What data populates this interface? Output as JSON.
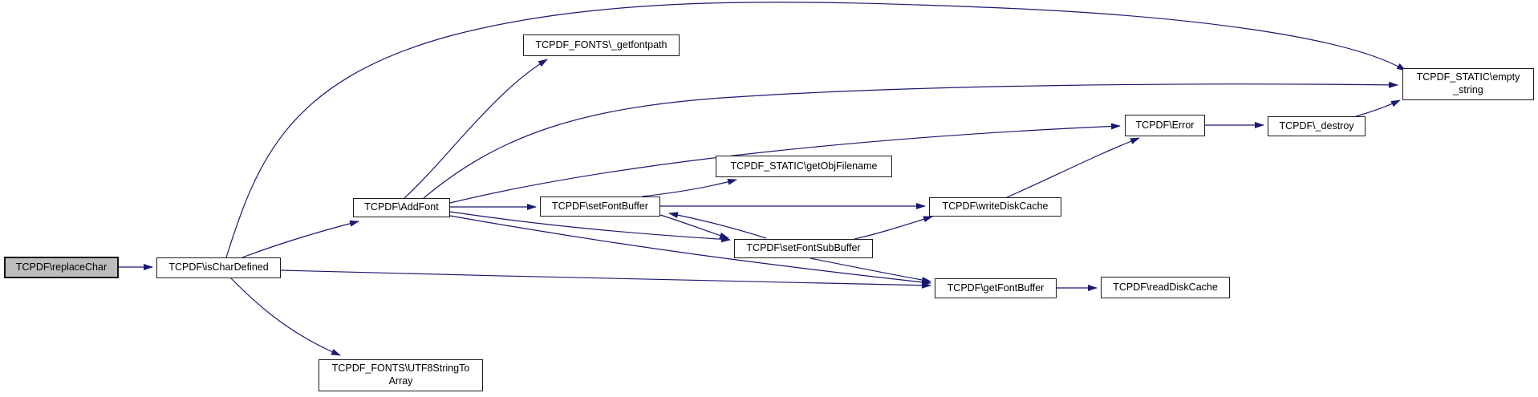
{
  "diagram": {
    "type": "doxygen-call-graph",
    "background_color": "#ffffff",
    "edge_color": "#191970",
    "node_fill": "#ffffff",
    "node_border_color": "#1c1c1c",
    "highlighted_node_fill": "#bdbdbd",
    "highlighted_node": "replaceChar"
  },
  "nodes": {
    "replaceChar": {
      "label": "TCPDF\\replaceChar"
    },
    "isCharDefined": {
      "label": "TCPDF\\isCharDefined"
    },
    "getfontpath": {
      "label": "TCPDF_FONTS\\_getfontpath"
    },
    "AddFont": {
      "label": "TCPDF\\AddFont"
    },
    "setFontBuffer": {
      "label": "TCPDF\\setFontBuffer"
    },
    "getObjFilename": {
      "label": "TCPDF_STATIC\\getObjFilename"
    },
    "setFontSubBuffer": {
      "label": "TCPDF\\setFontSubBuffer"
    },
    "writeDiskCache": {
      "label": "TCPDF\\writeDiskCache"
    },
    "Error": {
      "label": "TCPDF\\Error"
    },
    "destroy": {
      "label": "TCPDF\\_destroy"
    },
    "empty_string": {
      "label": "TCPDF_STATIC\\empty_string",
      "line1": "TCPDF_STATIC\\empty",
      "line2": "_string"
    },
    "getFontBuffer": {
      "label": "TCPDF\\getFontBuffer"
    },
    "readDiskCache": {
      "label": "TCPDF\\readDiskCache"
    },
    "UTF8StringToArray": {
      "label": "TCPDF_FONTS\\UTF8StringToArray",
      "line1": "TCPDF_FONTS\\UTF8StringTo",
      "line2": "Array"
    }
  },
  "edges": [
    {
      "from": "replaceChar",
      "to": "isCharDefined"
    },
    {
      "from": "isCharDefined",
      "to": "empty_string"
    },
    {
      "from": "isCharDefined",
      "to": "AddFont"
    },
    {
      "from": "isCharDefined",
      "to": "getFontBuffer"
    },
    {
      "from": "isCharDefined",
      "to": "UTF8StringToArray"
    },
    {
      "from": "AddFont",
      "to": "getfontpath"
    },
    {
      "from": "AddFont",
      "to": "empty_string"
    },
    {
      "from": "AddFont",
      "to": "Error"
    },
    {
      "from": "AddFont",
      "to": "setFontBuffer"
    },
    {
      "from": "AddFont",
      "to": "setFontSubBuffer"
    },
    {
      "from": "AddFont",
      "to": "getFontBuffer"
    },
    {
      "from": "setFontBuffer",
      "to": "getObjFilename"
    },
    {
      "from": "setFontBuffer",
      "to": "writeDiskCache"
    },
    {
      "from": "setFontBuffer",
      "to": "setFontSubBuffer"
    },
    {
      "from": "setFontSubBuffer",
      "to": "setFontBuffer"
    },
    {
      "from": "setFontSubBuffer",
      "to": "writeDiskCache"
    },
    {
      "from": "setFontSubBuffer",
      "to": "getFontBuffer"
    },
    {
      "from": "writeDiskCache",
      "to": "Error"
    },
    {
      "from": "Error",
      "to": "destroy"
    },
    {
      "from": "destroy",
      "to": "empty_string"
    },
    {
      "from": "getFontBuffer",
      "to": "readDiskCache"
    }
  ]
}
